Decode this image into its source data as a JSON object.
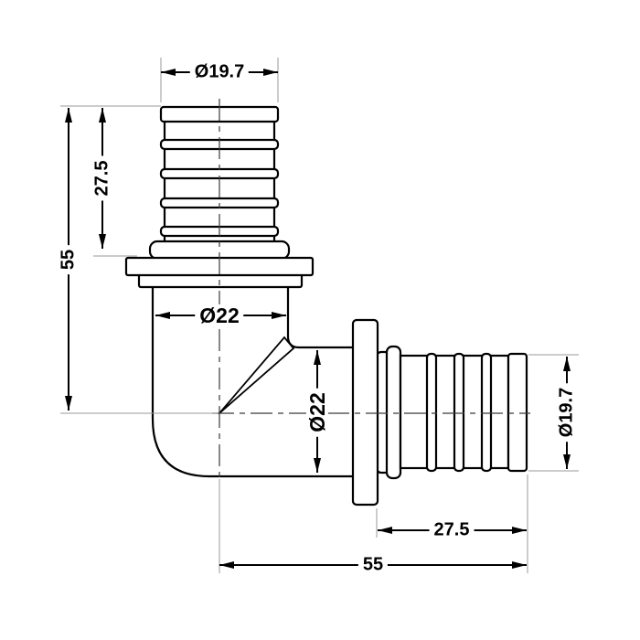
{
  "drawing": {
    "type": "technical-dimension-drawing",
    "subject": "90-degree elbow pipe fitting with barbed hose ends",
    "background_color": "#ffffff",
    "outline_color": "#000000",
    "extension_line_color": "#9a9a9a",
    "centerline_color": "#3a3a3a",
    "text_color": "#000000"
  },
  "labels": {
    "top_diameter": "Ø19.7",
    "left_barb_length": "27.5",
    "left_total_height": "55",
    "vertical_bore": "Ø22",
    "horizontal_bore": "Ø22",
    "right_diameter": "Ø19.7",
    "bottom_barb_length": "27.5",
    "bottom_total_length": "55"
  }
}
